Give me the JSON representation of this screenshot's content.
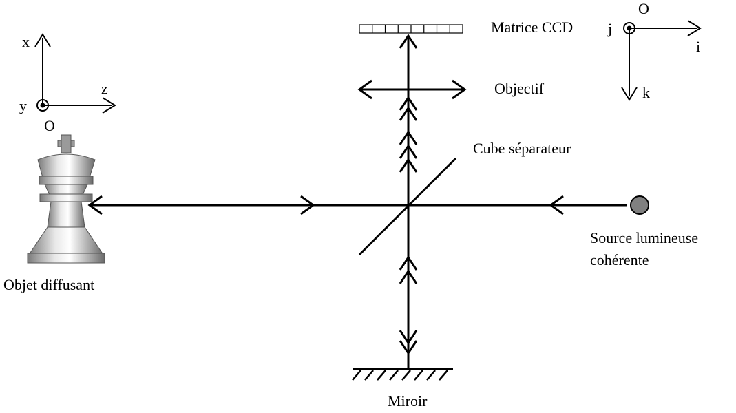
{
  "labels": {
    "ccd": "Matrice CCD",
    "objective": "Objectif",
    "beam_splitter": "Cube séparateur",
    "source_line1": "Source lumineuse",
    "source_line2": "cohérente",
    "object": "Objet diffusant",
    "mirror": "Miroir"
  },
  "object_axes": {
    "x": "x",
    "y": "y",
    "z": "z",
    "origin": "O"
  },
  "camera_axes": {
    "i": "i",
    "j": "j",
    "k": "k",
    "origin": "O"
  },
  "colors": {
    "line": "#000000",
    "source_fill": "#808080"
  },
  "icons": {
    "object_picture": "chess-king-icon"
  }
}
